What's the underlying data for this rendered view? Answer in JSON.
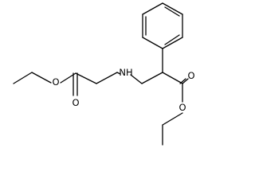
{
  "molecule": {
    "atoms": [
      {
        "label": "O"
      },
      {
        "label": "O"
      },
      {
        "label": "NH"
      },
      {
        "label": "O"
      },
      {
        "label": "O"
      }
    ]
  }
}
